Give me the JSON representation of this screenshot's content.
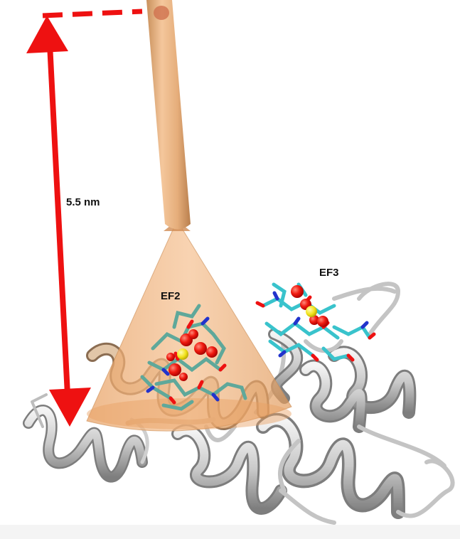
{
  "figure": {
    "measurement_label": "5.5 nm",
    "site_labels": [
      "EF2",
      "EF3"
    ]
  },
  "colors": {
    "arrow": "#ee1111",
    "cone": "#f2b47a",
    "stalk": "#e9b484",
    "ribbon": "#d8d8d8",
    "ribbon_shadow": "#8a8a8a",
    "tan_ribbon": "#d9b99a",
    "carbon": "#5fa89a",
    "carbon_ef3": "#39c3cc",
    "oxygen": "#ee1111",
    "nitrogen": "#2233cc",
    "calcium": "#f2e81a"
  }
}
